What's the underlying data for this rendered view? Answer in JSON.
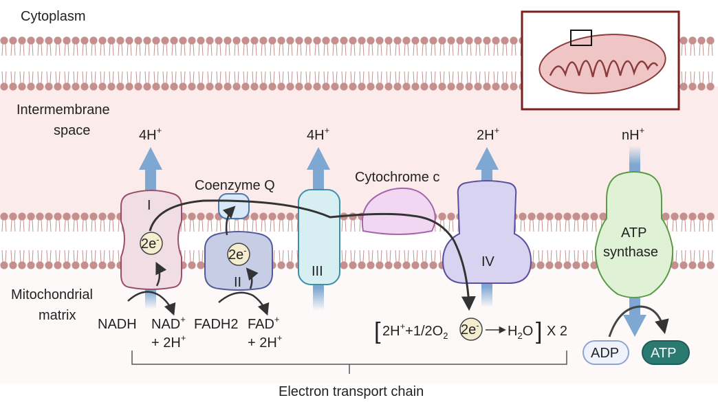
{
  "regions": {
    "cytoplasm": "Cytoplasm",
    "intermembrane_line1": "Intermembrane",
    "intermembrane_line2": "space",
    "matrix_line1": "Mitochondrial",
    "matrix_line2": "matrix"
  },
  "complexes": {
    "complex_1": "I",
    "complex_2": "II",
    "complex_3": "III",
    "complex_4": "IV",
    "coenzyme_q": "Coenzyme Q",
    "cytochrome_c": "Cytochrome c",
    "atp_synthase_line1": "ATP",
    "atp_synthase_line2": "synthase"
  },
  "protons": {
    "complex_1_base": "4H",
    "complex_3_base": "4H",
    "complex_4_base": "2H",
    "atp_synthase_base": "nH",
    "sup": "+"
  },
  "electron": {
    "base": "2e",
    "sup": "-"
  },
  "substrates": {
    "nadh": "NADH",
    "nad_base": "NAD",
    "nad_sup": "+",
    "plus_2h_base": "+ 2H",
    "plus_2h_sup": "+",
    "fadh2": "FADH2",
    "fad_base": "FAD",
    "fad_sup": "+"
  },
  "oxygen_reaction": {
    "bracket_open": "[",
    "bracket_close": "]",
    "h_base": "2H",
    "h_sup": "+",
    "o2_text": "+1/2O",
    "o2_sub": "2",
    "water_h": "H",
    "water_sub": "2",
    "water_o": "O",
    "multiplier": "X 2"
  },
  "atp": {
    "adp": "ADP",
    "atp": "ATP"
  },
  "chain_label": "Electron transport chain",
  "colors": {
    "membrane_band": "#fbeceb",
    "lipid_head": "#c58f8d",
    "complex_1_fill": "#f1dde4",
    "complex_1_stroke": "#9c4d6b",
    "complex_2_fill": "#c8cde6",
    "complex_2_stroke": "#4f5a9a",
    "coenzyme_q_fill": "#d8e8f6",
    "coenzyme_q_stroke": "#4a78a8",
    "complex_3_fill": "#d7eef3",
    "complex_3_stroke": "#3c8fa8",
    "cytochrome_c_fill": "#f1d7f2",
    "cytochrome_c_stroke": "#a564ad",
    "complex_4_fill": "#d7d3f0",
    "complex_4_stroke": "#5a4e9e",
    "atp_synthase_fill": "#dff2d5",
    "atp_synthase_stroke": "#5a9a45",
    "proton_arrow": "#7ea7d2",
    "electron_fill": "#f4edcf",
    "electron_stroke": "#444444",
    "adp_fill": "#eef2fb",
    "adp_stroke": "#8fa3cc",
    "atp_fill": "#2a7a72",
    "inset_border": "#7a1e1e",
    "mito_fill": "#efc5c5",
    "mito_stroke": "#8b3b3b"
  }
}
